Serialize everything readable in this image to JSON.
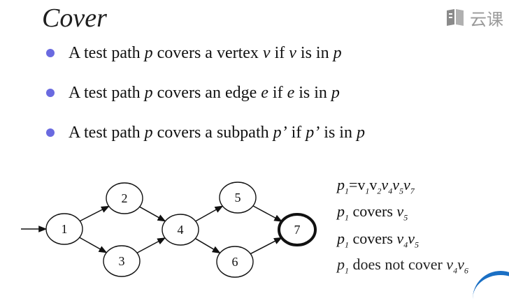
{
  "slide": {
    "title": "Cover"
  },
  "watermark": {
    "icon": "book-icon",
    "text": "云课"
  },
  "bullets": [
    {
      "pre": "A test path ",
      "v1": "p",
      "mid": " covers a vertex ",
      "v2": "v",
      "mid2": " if ",
      "v3": "v",
      "post": " is in ",
      "v4": "p"
    },
    {
      "pre": "A test path ",
      "v1": "p",
      "mid": " covers an edge ",
      "v2": "e",
      "mid2": " if ",
      "v3": "e",
      "post": " is in ",
      "v4": "p"
    },
    {
      "pre": "A test path ",
      "v1": "p",
      "mid": " covers a subpath ",
      "v2": "p’",
      "mid2": " if ",
      "v3": "p’",
      "post": " is in ",
      "v4": "p"
    }
  ],
  "graph": {
    "nodes": [
      {
        "id": "1",
        "label": "1"
      },
      {
        "id": "2",
        "label": "2"
      },
      {
        "id": "3",
        "label": "3"
      },
      {
        "id": "4",
        "label": "4"
      },
      {
        "id": "5",
        "label": "5"
      },
      {
        "id": "6",
        "label": "6"
      },
      {
        "id": "7",
        "label": "7",
        "final": true
      }
    ],
    "edges": [
      [
        "1",
        "2"
      ],
      [
        "1",
        "3"
      ],
      [
        "2",
        "4"
      ],
      [
        "3",
        "4"
      ],
      [
        "4",
        "5"
      ],
      [
        "4",
        "6"
      ],
      [
        "5",
        "7"
      ],
      [
        "6",
        "7"
      ]
    ],
    "initial_node": "1",
    "final_node": "7"
  },
  "notes": {
    "n1": {
      "p": "p",
      "ps": "1",
      "eq": "=",
      "v1": "v",
      "s1": "1",
      "v2": "v",
      "s2": "2",
      "v3": "v",
      "s3": "4",
      "v4": "v",
      "s4": "5",
      "v5": "v",
      "s5": "7"
    },
    "n2": {
      "p": "p",
      "ps": "1",
      "txt": " covers ",
      "v": "v",
      "s": "5"
    },
    "n3": {
      "p": "p",
      "ps": "1",
      "txt": " covers ",
      "v1": "v",
      "s1": "4",
      "v2": "v",
      "s2": "5"
    },
    "n4": {
      "p": "p",
      "ps": "1",
      "txt": " does not cover ",
      "v1": "v",
      "s1": "4",
      "v2": "v",
      "s2": "6"
    }
  }
}
